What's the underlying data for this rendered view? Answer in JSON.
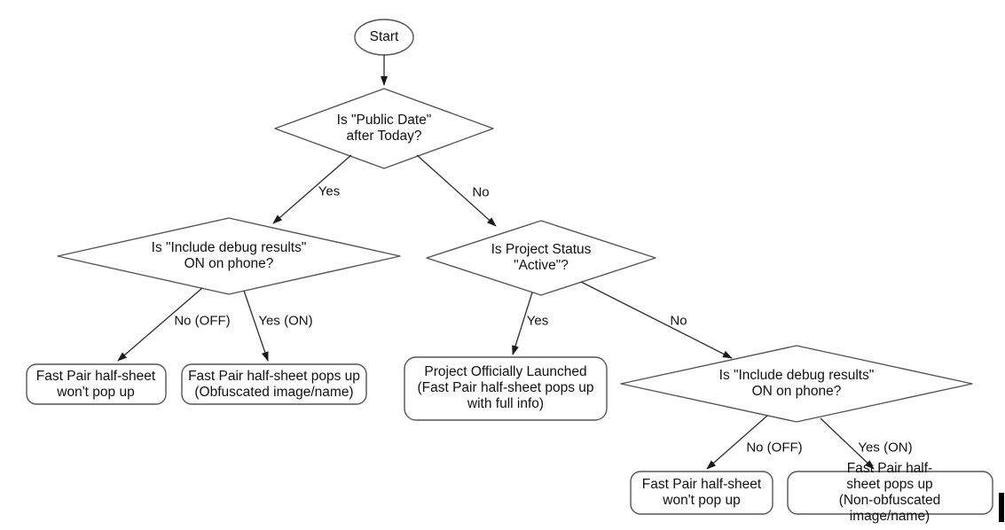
{
  "flowchart": {
    "nodes": {
      "start": {
        "type": "terminator",
        "label": "Start"
      },
      "public_date": {
        "type": "decision",
        "label": "Is \"Public Date\"\nafter Today?"
      },
      "debug_left": {
        "type": "decision",
        "label": "Is \"Include debug results\"\nON on phone?"
      },
      "project_status": {
        "type": "decision",
        "label": "Is Project Status\n\"Active\"?"
      },
      "debug_right": {
        "type": "decision",
        "label": "Is \"Include debug results\"\nON on phone?"
      },
      "no_popup_left": {
        "type": "result",
        "label": "Fast Pair half-sheet\nwon't pop up"
      },
      "popup_obfuscated": {
        "type": "result",
        "label": "Fast Pair half-sheet pops up\n(Obfuscated image/name)"
      },
      "launched": {
        "type": "result",
        "label": "Project Officially Launched\n(Fast Pair half-sheet pops up\nwith full info)"
      },
      "no_popup_right": {
        "type": "result",
        "label": "Fast Pair half-sheet\nwon't pop up"
      },
      "popup_non_obfuscated": {
        "type": "result",
        "label": "Fast Pair half-sheet pops up\n(Non-obfuscated image/name)"
      }
    },
    "edge_labels": {
      "public_date_yes": "Yes",
      "public_date_no": "No",
      "debug_left_no": "No (OFF)",
      "debug_left_yes": "Yes (ON)",
      "project_status_yes": "Yes",
      "project_status_no": "No",
      "debug_right_no": "No (OFF)",
      "debug_right_yes": "Yes (ON)"
    },
    "colors": {
      "background": "#ffffff",
      "shape_stroke": "#555555",
      "arrow_stroke": "#2e2e2e",
      "text": "#111111",
      "cursor_artifact": "#000000"
    }
  }
}
